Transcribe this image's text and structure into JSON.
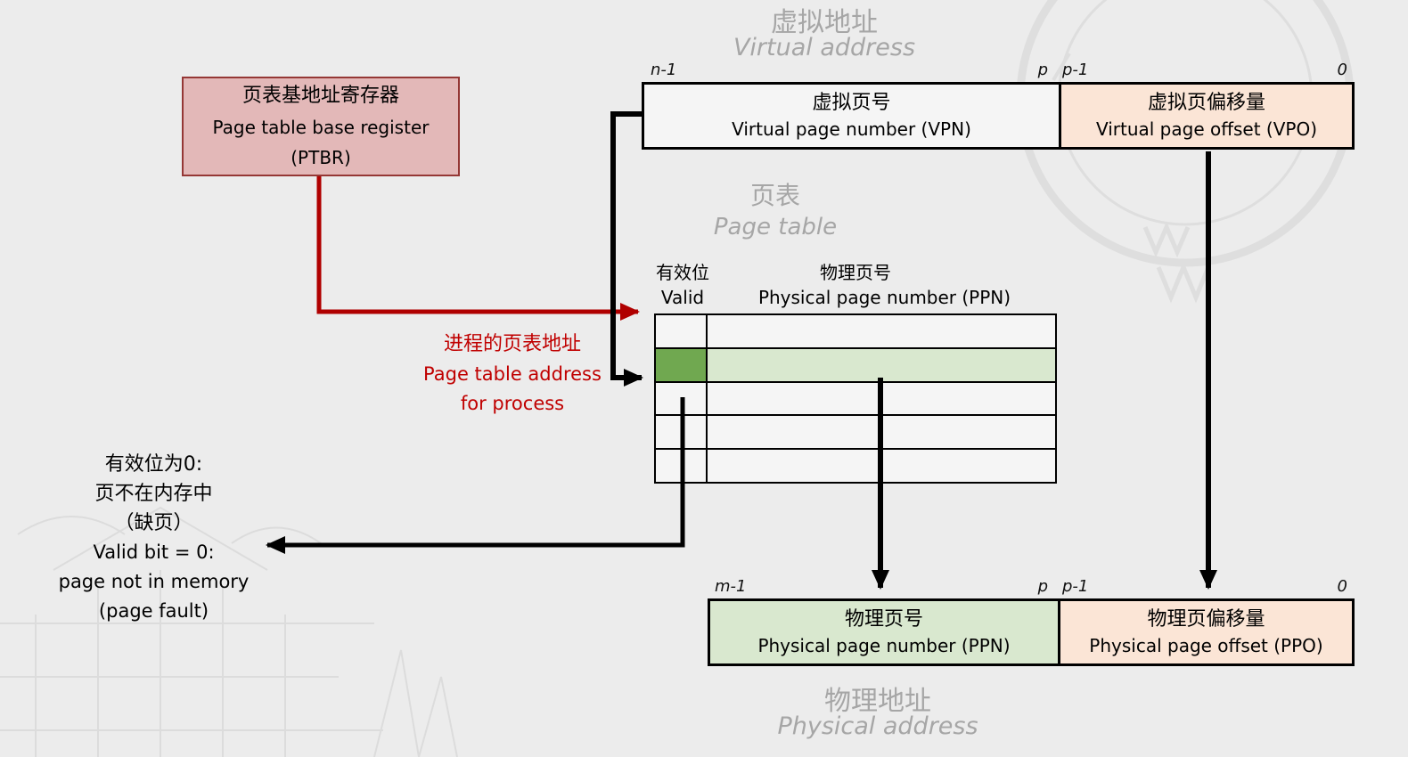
{
  "virtual_address": {
    "title_zh": "虚拟地址",
    "title_en": "Virtual address",
    "bits": {
      "n": "n-1",
      "p": "p",
      "p1": "p-1",
      "zero": "0"
    },
    "vpn": {
      "zh": "虚拟页号",
      "en": "Virtual page number (VPN)"
    },
    "vpo": {
      "zh": "虚拟页偏移量",
      "en": "Virtual page offset (VPO)"
    }
  },
  "ptbr": {
    "line1": "页表基地址寄存器",
    "line2": "Page table base register",
    "line3": "(PTBR)"
  },
  "pt_address_note": {
    "line1": "进程的页表地址",
    "line2": "Page table address",
    "line3": "for process"
  },
  "page_table": {
    "title_zh": "页表",
    "title_en": "Page table",
    "col_valid_zh": "有效位",
    "col_valid_en": "Valid",
    "col_ppn_zh": "物理页号",
    "col_ppn_en": "Physical page number (PPN)",
    "rows": 5,
    "highlighted_row": 2
  },
  "page_fault_note": {
    "lines": [
      "有效位为0:",
      "页不在内存中",
      "（缺页）",
      "Valid bit = 0:",
      "page not in memory",
      "(page fault)"
    ]
  },
  "physical_address": {
    "title_zh": "物理地址",
    "title_en": "Physical address",
    "bits": {
      "m": "m-1",
      "p": "p",
      "p1": "p-1",
      "zero": "0"
    },
    "ppn": {
      "zh": "物理页号",
      "en": "Physical page number (PPN)"
    },
    "ppo": {
      "zh": "物理页偏移量",
      "en": "Physical page offset (PPO)"
    }
  },
  "colors": {
    "peach": "#fbe5d6",
    "light_green": "#d9e8cf",
    "valid_green": "#70a850",
    "ptbr_pink": "#e3b8b8",
    "ptbr_border": "#953735",
    "arrow_red": "#b00000",
    "arrow_black": "#000000",
    "gray_title": "#a6a6a6"
  }
}
